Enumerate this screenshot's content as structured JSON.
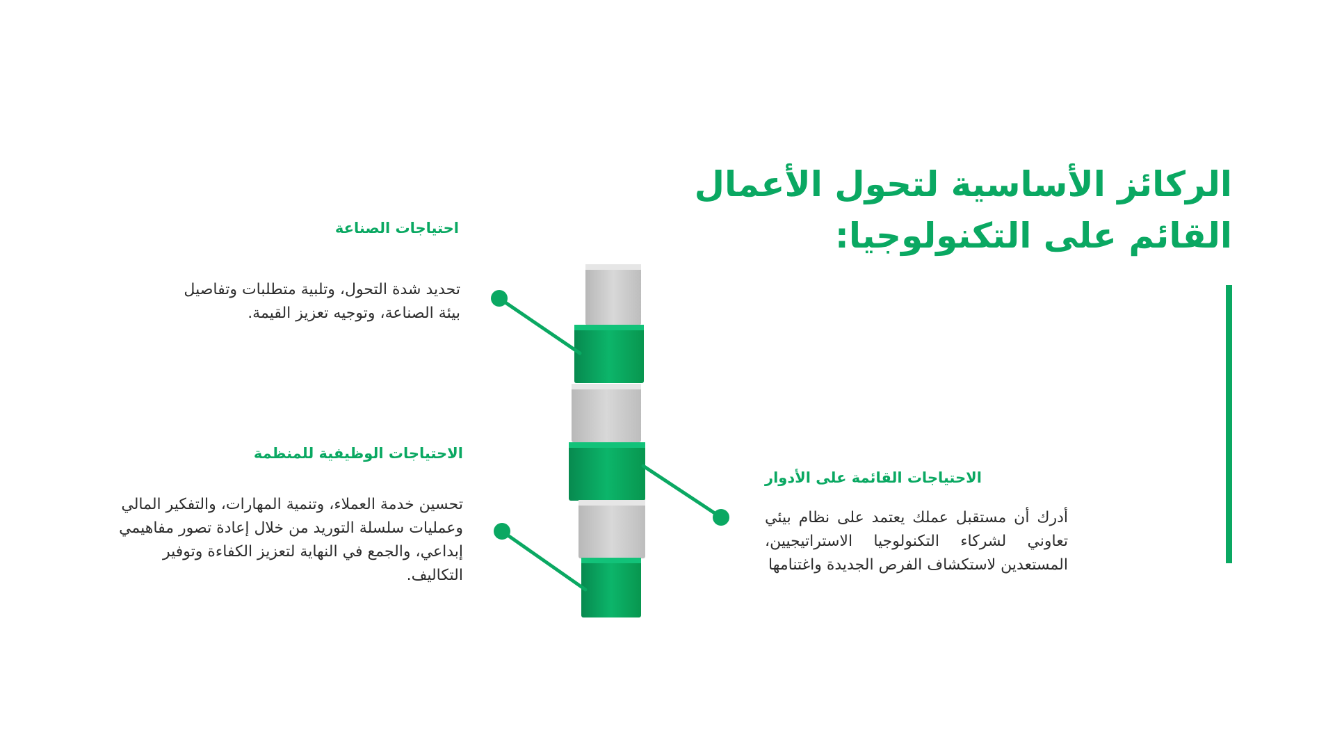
{
  "title": {
    "line1": "الركائز الأساسية لتحول الأعمال",
    "line2": "القائم على التكنولوجيا:"
  },
  "sections": {
    "industry": {
      "heading": "احتياجات الصناعة",
      "text": "تحديد شدة التحول، وتلبية متطلبات وتفاصيل بيئة الصناعة، وتوجيه تعزيز القيمة."
    },
    "organization": {
      "heading": "الاحتياجات الوظيفية للمنظمة",
      "text": "تحسين خدمة العملاء، وتنمية المهارات، والتفكير المالي وعمليات سلسلة التوريد من خلال إعادة تصور مفاهيمي إبداعي، والجمع في النهاية لتعزيز الكفاءة وتوفير التكاليف."
    },
    "roles": {
      "heading": "الاحتياجات القائمة على الأدوار",
      "text": "أدرك أن مستقبل عملك يعتمد على نظام بيئي تعاوني لشركاء التكنولوجيا الاستراتيجيين، المستعدين لاستكشاف الفرص الجديدة واغتنامها"
    }
  },
  "blocks": {
    "colors": [
      "gray",
      "green",
      "gray",
      "green",
      "gray",
      "green"
    ],
    "green": "#0aa862",
    "gray": "#c9c9c9"
  },
  "colors": {
    "accent": "#0aa862",
    "text": "#2d2d2d"
  }
}
